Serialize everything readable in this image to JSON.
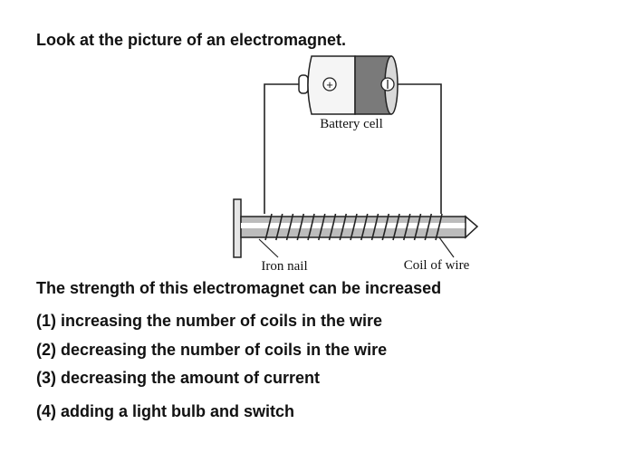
{
  "question": {
    "intro": "Look at the picture of an electromagnet.",
    "stem": "The strength of this electromagnet can be increased"
  },
  "diagram": {
    "battery_label": "Battery cell",
    "nail_label": "Iron nail",
    "coil_label": "Coil of wire",
    "positive_symbol": "+",
    "negative_symbol": "−"
  },
  "options": [
    {
      "label": "(1) increasing the number of coils in the wire"
    },
    {
      "label": "(2) decreasing the number of coils in the wire"
    },
    {
      "label": "(3) decreasing the amount of current"
    },
    {
      "label": "(4) adding a light bulb and switch"
    }
  ]
}
